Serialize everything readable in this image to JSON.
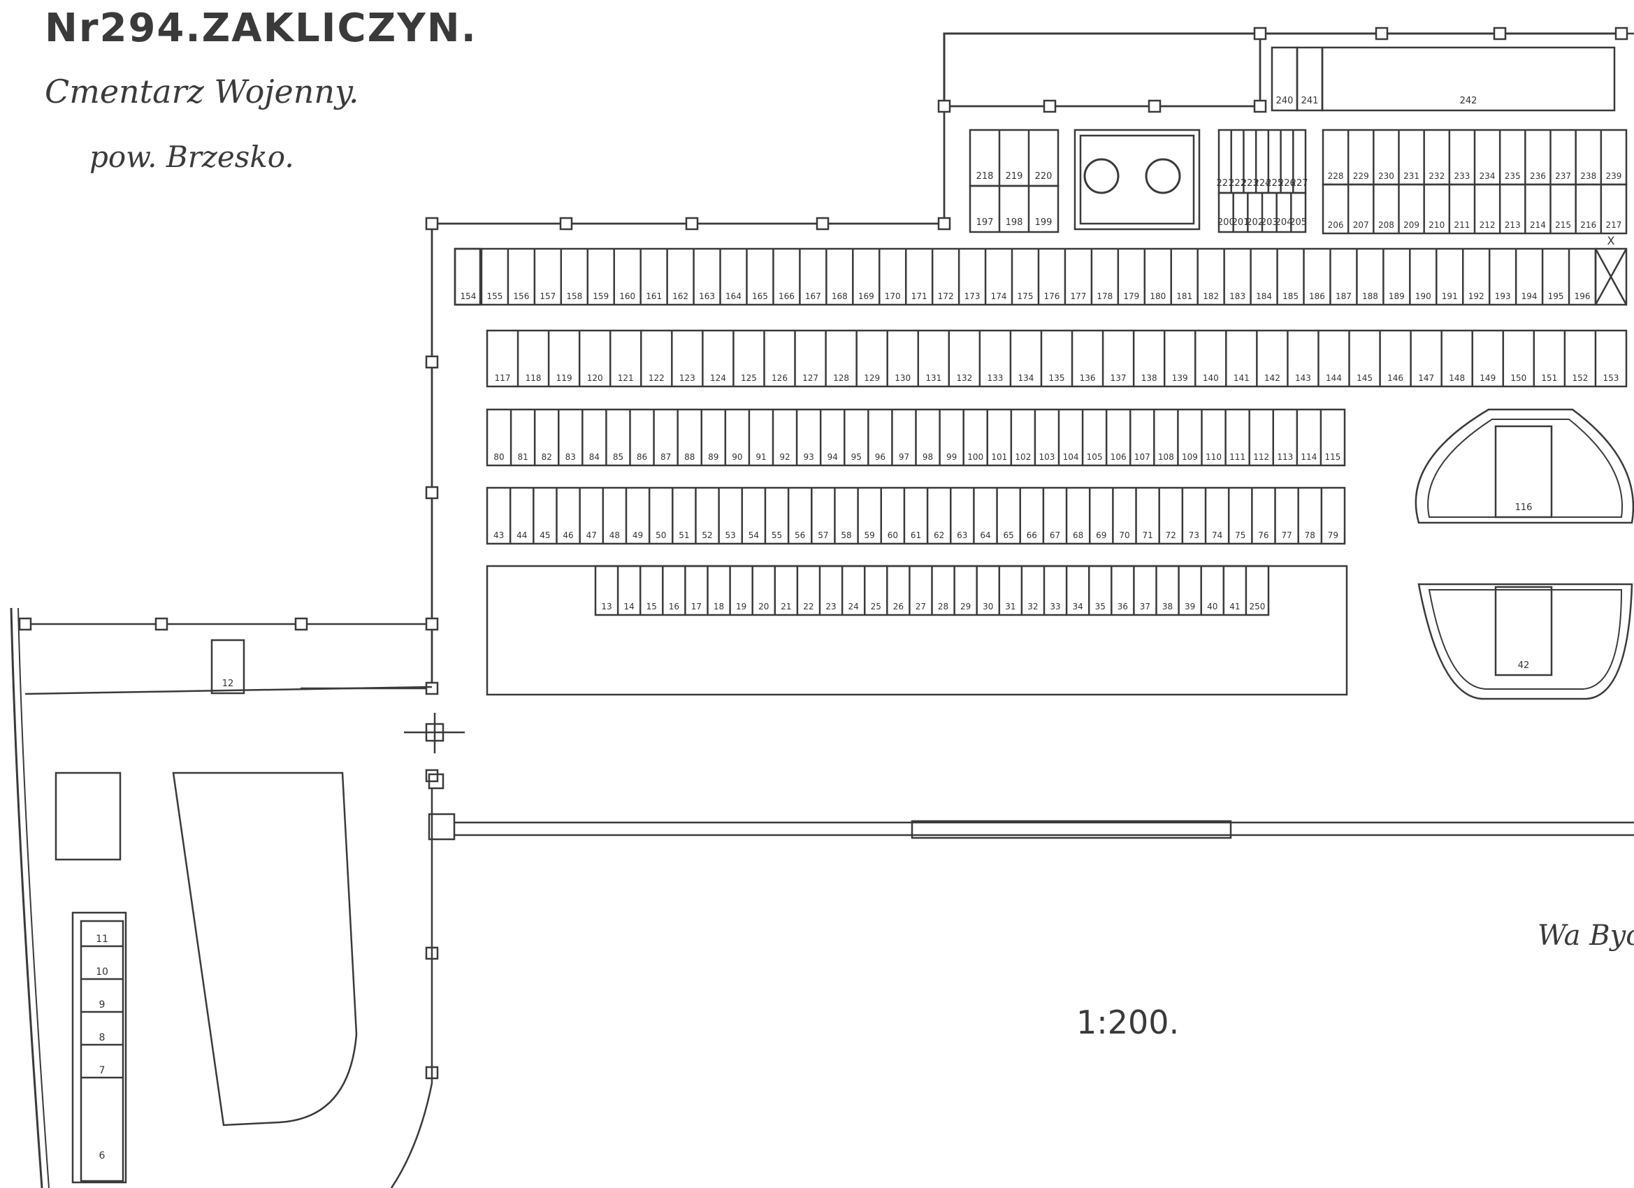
{
  "header": {
    "title": "Nr294.ZAKLICZYN.",
    "subtitle": "Cmentarz Wojenny.",
    "district": "pow. Brzesko."
  },
  "scale_label": "1:200.",
  "signature": "Wa Byc",
  "colors": {
    "ink": "#3a3a3a",
    "paper": "#ffffff"
  },
  "icons": [
    "tree-icon",
    "tree-icon",
    "fence-post-icon",
    "gate-cross-icon"
  ],
  "rows": [
    {
      "id": "row-154-196",
      "start": 154,
      "end": 196,
      "note": "X"
    },
    {
      "id": "row-117-153",
      "start": 117,
      "end": 153
    },
    {
      "id": "row-80-115",
      "start": 80,
      "end": 115
    },
    {
      "id": "row-43-79",
      "start": 43,
      "end": 79
    },
    {
      "id": "row-13-41",
      "start": 13,
      "end": 41,
      "extra": [
        "250"
      ]
    },
    {
      "id": "row-206-217",
      "start": 206,
      "end": 217
    },
    {
      "id": "row-228-239",
      "start": 228,
      "end": 239
    }
  ],
  "small_groups": [
    {
      "id": "group-218-220",
      "labels": [
        "218",
        "219",
        "220"
      ]
    },
    {
      "id": "group-197-199",
      "labels": [
        "197",
        "198",
        "199"
      ]
    },
    {
      "id": "group-221-227",
      "labels": [
        "221",
        "222",
        "223",
        "224",
        "225",
        "226",
        "227"
      ]
    },
    {
      "id": "group-200-205",
      "labels": [
        "200",
        "201",
        "202",
        "203",
        "204",
        "205"
      ]
    }
  ],
  "single_graves": [
    {
      "id": "grave-240",
      "label": "240"
    },
    {
      "id": "grave-241",
      "label": "241"
    },
    {
      "id": "grave-242",
      "label": "242"
    },
    {
      "id": "grave-116",
      "label": "116"
    },
    {
      "id": "grave-42",
      "label": "42"
    },
    {
      "id": "grave-12",
      "label": "12"
    }
  ],
  "left_column_graves": [
    "11",
    "10",
    "9",
    "8",
    "7",
    "6"
  ]
}
